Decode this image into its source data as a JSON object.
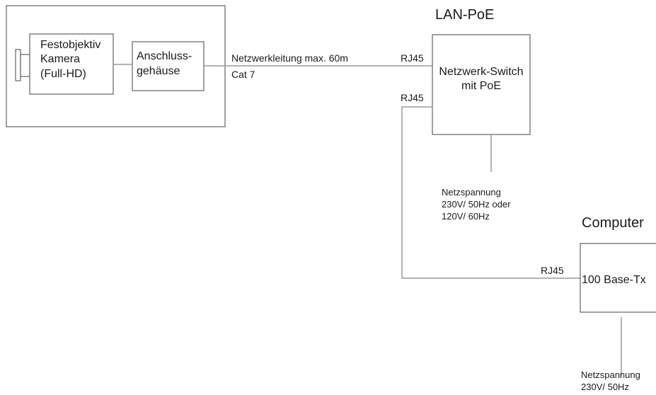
{
  "camera_unit": {
    "camera_line1": "Festobjektiv",
    "camera_line2": "Kamera",
    "camera_line3": "(Full-HD)",
    "housing_line1": "Anschluss-",
    "housing_line2": "gehäuse"
  },
  "cable": {
    "label": "Netzwerkleitung max. 60m",
    "category": "Cat 7"
  },
  "switch": {
    "title": "LAN-PoE",
    "line1": "Netzwerk-Switch",
    "line2": "mit PoE",
    "port_upper": "RJ45",
    "port_lower": "RJ45",
    "power_line1": "Netzspannung",
    "power_line2": "230V/ 50Hz oder",
    "power_line3": "120V/ 60Hz"
  },
  "computer": {
    "title": "Computer",
    "port": "RJ45",
    "interface": "100 Base-Tx",
    "power_line1": "Netzspannung",
    "power_line2": "230V/ 50Hz"
  },
  "colors": {
    "box_stroke": "#6e6e6e",
    "line_stroke": "#9a9a9a",
    "text": "#1a1a1a"
  }
}
